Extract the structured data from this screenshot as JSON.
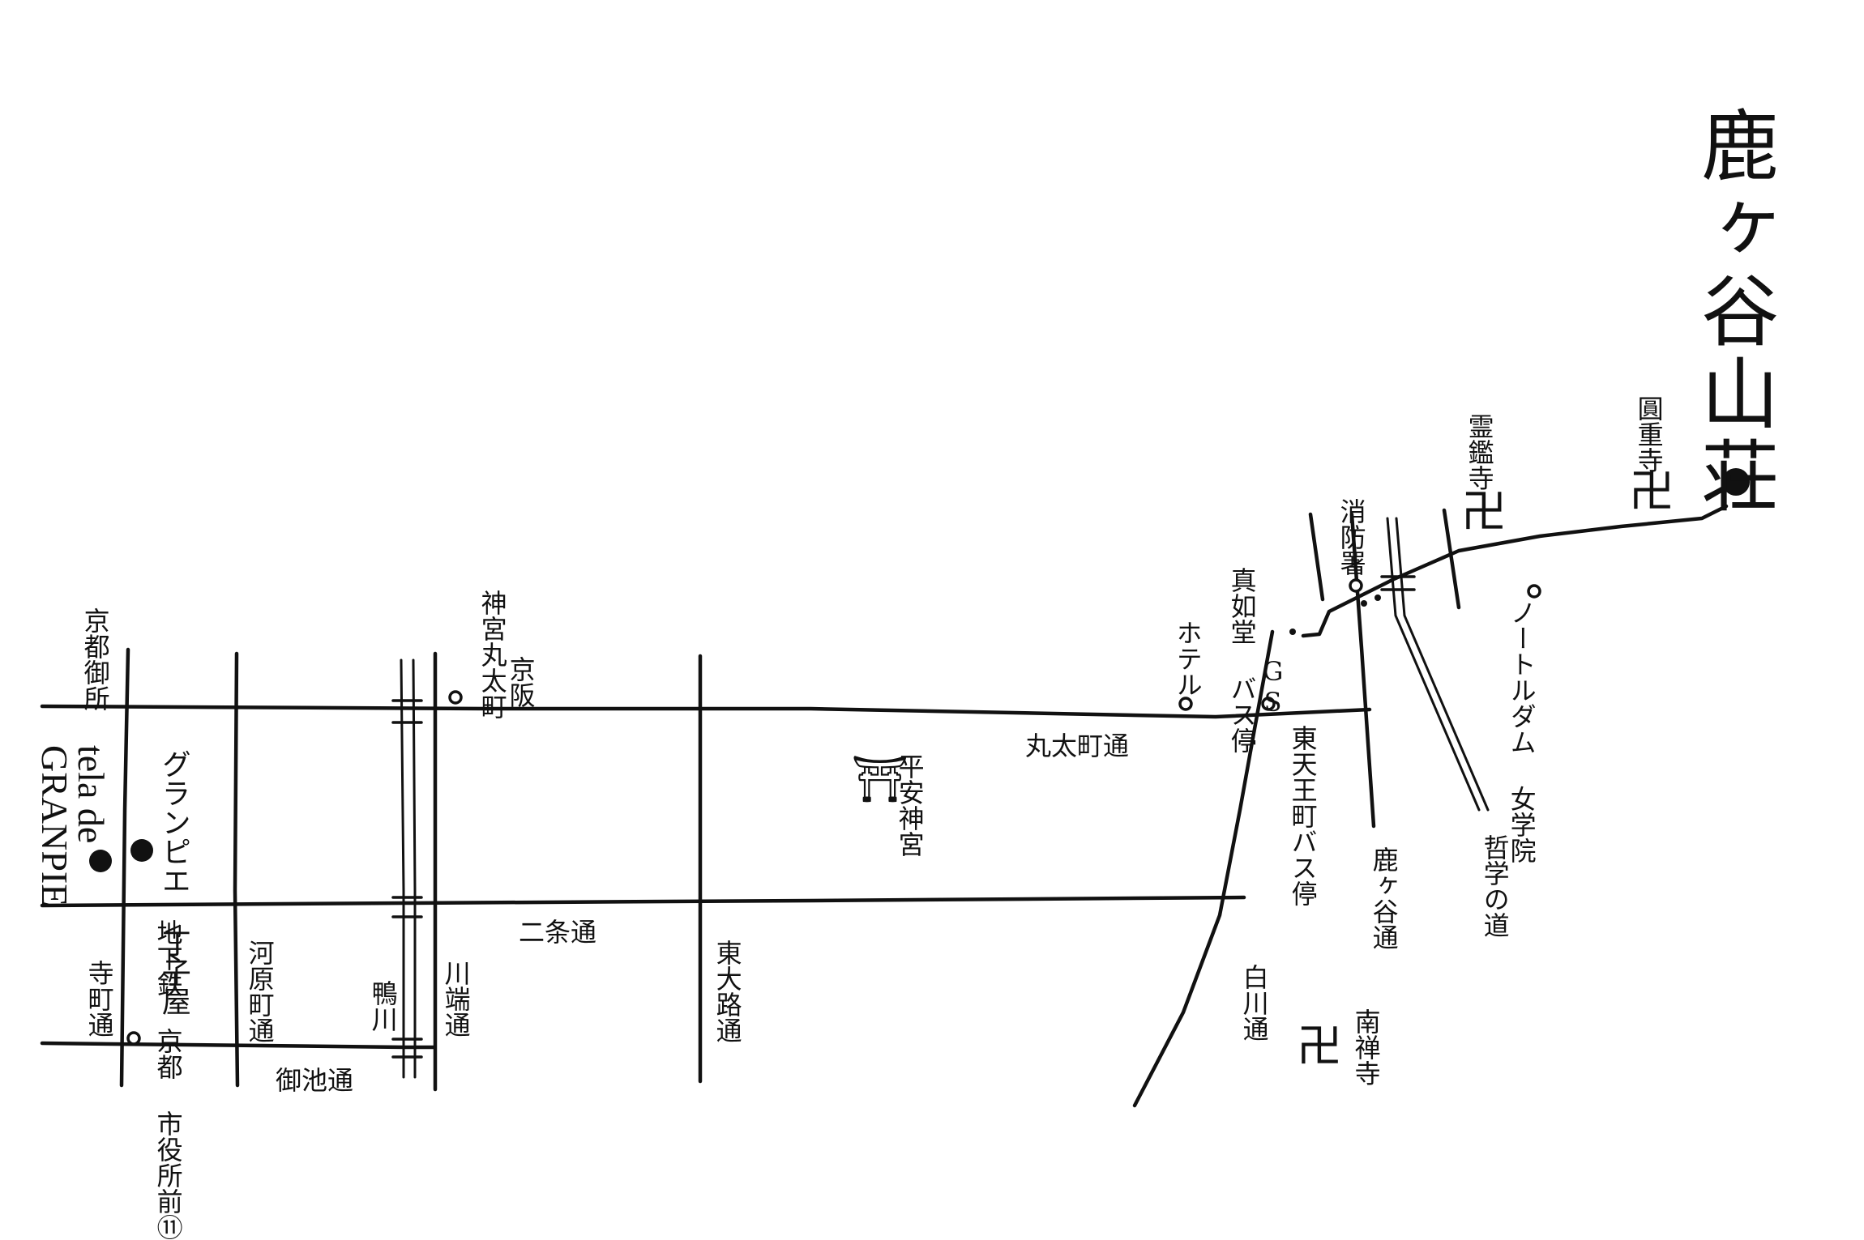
{
  "title": "鹿ヶ谷山荘",
  "roads": {
    "marutamachi": "丸太町通",
    "nijo": "二条通",
    "oike": "御池通",
    "teramachi": "寺町通",
    "kawaramachi": "河原町通",
    "kawabata": "川端通",
    "higashioji": "東大路通",
    "shirakawa": "白川通",
    "shishigatani": "鹿ヶ谷通",
    "tetsugaku": "哲学の道"
  },
  "places": {
    "gosho": "京都御所",
    "granpie_tela": "tela de",
    "granpie_name": "GRANPIE",
    "granpie_choji": "グランピエ 丁子屋",
    "subway": "地下鉄 京都 市役所前⑪",
    "kamogawa": "鴨川",
    "jingu_station": "神宮丸太町",
    "keihan": "京阪",
    "heian": "平安神宮",
    "hotel": "ホテル",
    "gs": "GS",
    "shinnyodo": "真如堂 バス停",
    "higashitenno": "東天王町バス停",
    "shobo": "消防署",
    "reikanji": "霊鑑寺",
    "enjuji": "圓重寺",
    "notredame": "ノートルダム 女学院",
    "nanzenji": "南禅寺"
  },
  "icons": {
    "temple": "卍",
    "shrine": "⛩",
    "destination": "filled-dot"
  }
}
